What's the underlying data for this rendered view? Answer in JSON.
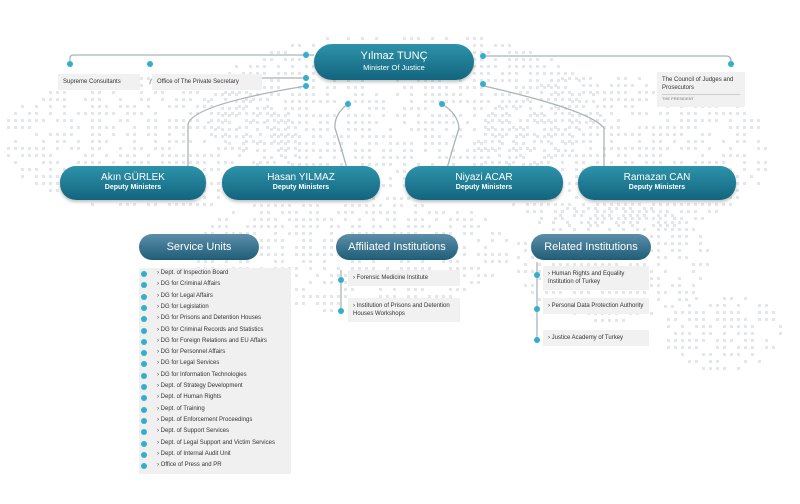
{
  "minister": {
    "name": "Yılmaz TUNÇ",
    "role": "Minister Of Justice"
  },
  "top_boxes": {
    "supreme": "Supreme Consultants",
    "private": "Office of The Private Secretary",
    "council": "The Council of Judges and Prosecutors",
    "council_sub": "THE PRESIDENT"
  },
  "deputies": [
    {
      "name": "Akın GÜRLEK",
      "role": "Deputy Ministers"
    },
    {
      "name": "Hasan YILMAZ",
      "role": "Deputy Ministers"
    },
    {
      "name": "Niyazi ACAR",
      "role": "Deputy Ministers"
    },
    {
      "name": "Ramazan CAN",
      "role": "Deputy Ministers"
    }
  ],
  "service_units": {
    "title": "Service Units",
    "items": [
      "› Dept. of Inspection Board",
      "› DG for Criminal Affairs",
      "› DG for Legal Affairs",
      "› DG for Legislation",
      "› DG for Prisons and Detention Houses",
      "› DG for Criminal Records and Statistics",
      "› DG for Foreign Relations and EU Affairs",
      "› DG for Personnel Affairs",
      "› DG for Legal Services",
      "› DG for Information Technologies",
      "› Dept. of Strategy Development",
      "› Dept. of Human Rights",
      "› Dept. of Training",
      "› Dept. of Enforcement Proceedings",
      "› Dept. of Support Services",
      "› Dept. of Legal Support and Victim Services",
      "› Dept. of Internal Audit Unit",
      "› Office of Press and PR"
    ]
  },
  "affiliated": {
    "title": "Affiliated Institutions",
    "items": [
      "› Forensic Medicine Institute",
      "› Institution of Prisons and Detention Houses Workshops"
    ]
  },
  "related": {
    "title": "Related Institutions",
    "items": [
      "› Human Rights and Equality Institution of Turkey",
      "› Personal Data Protection Authority",
      "› Justice Academy of Turkey"
    ]
  }
}
